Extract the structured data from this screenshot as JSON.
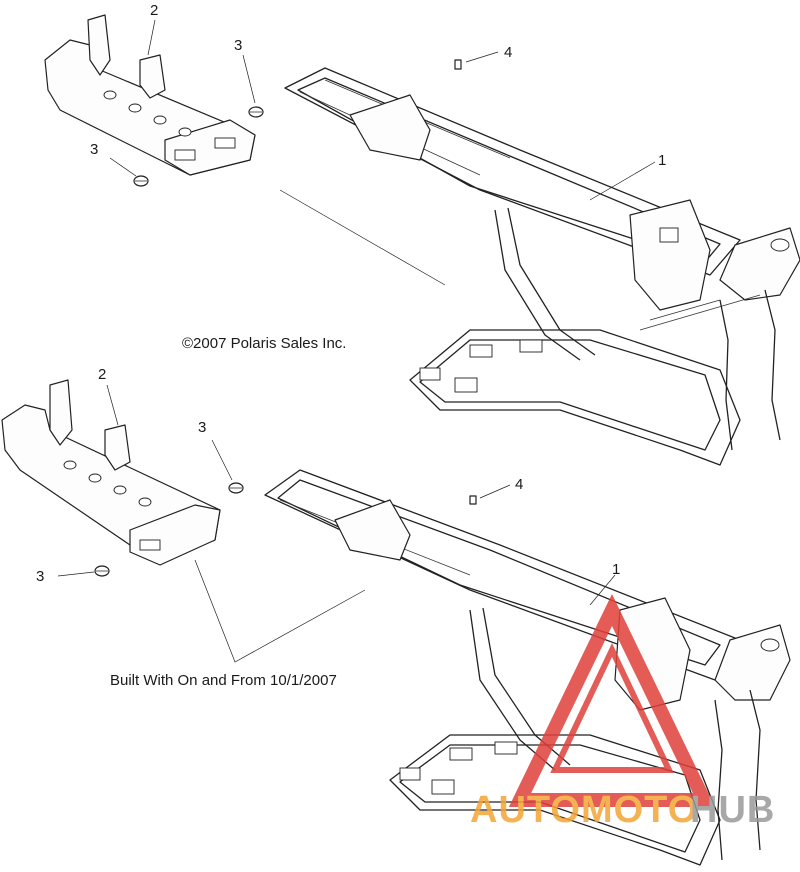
{
  "copyright": "©2007 Polaris Sales Inc.",
  "build_note": "Built With On and From 10/1/2007",
  "callouts": {
    "top": {
      "frame": "1",
      "bracket": "2",
      "bolt_a": "3",
      "bolt_b": "3",
      "pin": "4"
    },
    "bottom": {
      "frame": "1",
      "bracket": "2",
      "bolt_a": "3",
      "bolt_b": "3",
      "pin": "4"
    }
  },
  "watermark": {
    "text_orange": "AUTOMOTO",
    "text_gray": "HUB",
    "color_red": "#e0403a",
    "color_orange": "#f3a534",
    "color_gray": "#9a9a9a"
  }
}
